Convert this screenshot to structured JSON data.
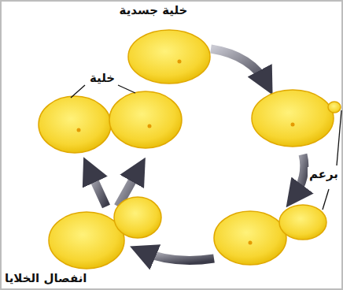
{
  "diagram": {
    "labels": [
      "خلية جسدية",
      "برعم",
      "خلية",
      "انفصال الخلايا"
    ]
  }
}
